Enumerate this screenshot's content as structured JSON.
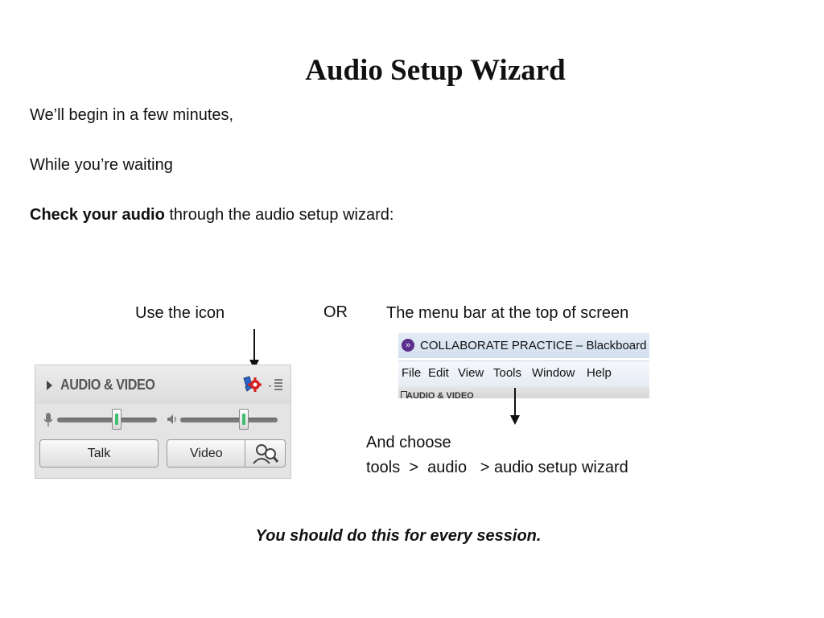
{
  "slide": {
    "title": "Audio Setup Wizard",
    "intro_line1": "We’ll begin in a few minutes,",
    "intro_line2": "While you’re waiting",
    "check_bold": "Check your audio",
    "check_rest": " through the  audio setup wizard:",
    "use_icon_label": "Use the icon",
    "or_label": "OR",
    "menu_bar_label": "The menu bar at the top of screen",
    "and_choose": "And choose",
    "menu_path": "tools  >  audio   > audio setup wizard",
    "footer": "You should do this for every session."
  },
  "av_panel": {
    "header_title": "AUDIO & VIDEO",
    "mic_slider_level": 0.6,
    "speaker_slider_level": 0.65,
    "talk_label": "Talk",
    "video_label": "Video",
    "icons": [
      "expand-triangle-icon",
      "mic-icon",
      "speaker-icon",
      "audio-setup-wizard-icon",
      "panel-menu-icon",
      "video-search-icon"
    ]
  },
  "menu_bar": {
    "window_title": "COLLABORATE PRACTICE – Blackboard C",
    "menus": [
      "File",
      "Edit",
      "View",
      "Tools",
      "Window",
      "Help"
    ],
    "panel_title": "AUDIO & VIDEO"
  },
  "colors": {
    "accent_purple": "#5b2d8e",
    "wizard_red": "#d62020",
    "wizard_blue": "#2a63c4",
    "slider_green": "#3fbf6f"
  }
}
